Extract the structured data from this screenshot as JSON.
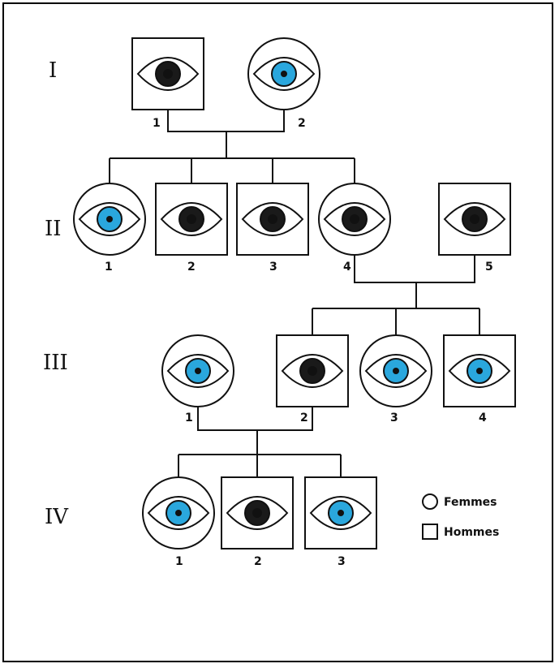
{
  "colors": {
    "blue": "#2aa7dd",
    "dark": "#1a1a1a",
    "ink": "#111111"
  },
  "generations": [
    "I",
    "II",
    "III",
    "IV"
  ],
  "individuals": [
    {
      "id": "I-1",
      "gen": "I",
      "label": "1",
      "sex": "male",
      "eye": "dark"
    },
    {
      "id": "I-2",
      "gen": "I",
      "label": "2",
      "sex": "female",
      "eye": "blue"
    },
    {
      "id": "II-1",
      "gen": "II",
      "label": "1",
      "sex": "female",
      "eye": "blue"
    },
    {
      "id": "II-2",
      "gen": "II",
      "label": "2",
      "sex": "male",
      "eye": "dark"
    },
    {
      "id": "II-3",
      "gen": "II",
      "label": "3",
      "sex": "male",
      "eye": "dark"
    },
    {
      "id": "II-4",
      "gen": "II",
      "label": "4",
      "sex": "female",
      "eye": "dark"
    },
    {
      "id": "II-5",
      "gen": "II",
      "label": "5",
      "sex": "male",
      "eye": "dark"
    },
    {
      "id": "III-1",
      "gen": "III",
      "label": "1",
      "sex": "female",
      "eye": "blue"
    },
    {
      "id": "III-2",
      "gen": "III",
      "label": "2",
      "sex": "male",
      "eye": "dark"
    },
    {
      "id": "III-3",
      "gen": "III",
      "label": "3",
      "sex": "female",
      "eye": "blue"
    },
    {
      "id": "III-4",
      "gen": "III",
      "label": "4",
      "sex": "male",
      "eye": "blue"
    },
    {
      "id": "IV-1",
      "gen": "IV",
      "label": "1",
      "sex": "female",
      "eye": "blue"
    },
    {
      "id": "IV-2",
      "gen": "IV",
      "label": "2",
      "sex": "male",
      "eye": "dark"
    },
    {
      "id": "IV-3",
      "gen": "IV",
      "label": "3",
      "sex": "male",
      "eye": "blue"
    }
  ],
  "legend": {
    "female": "Femmes",
    "male": "Hommes"
  }
}
